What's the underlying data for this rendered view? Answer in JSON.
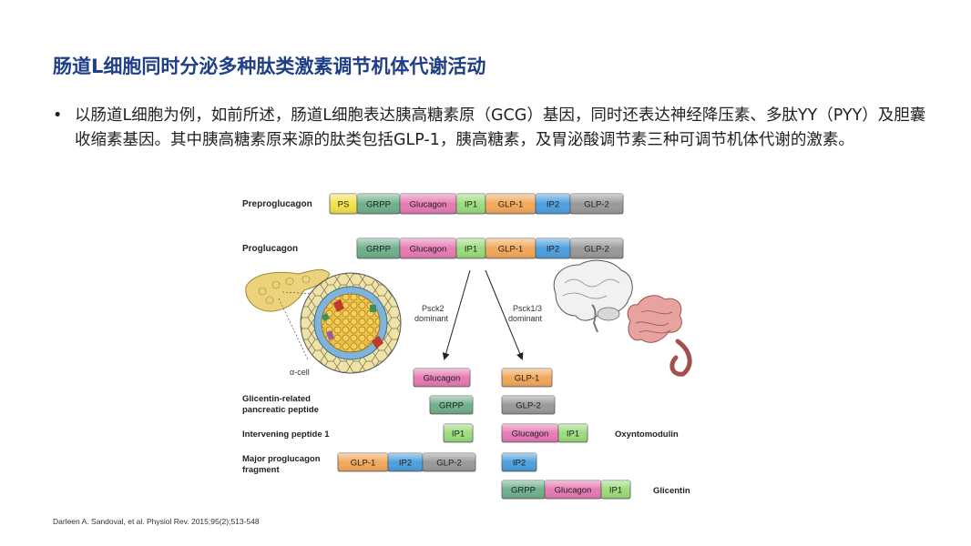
{
  "slide": {
    "title": "肠道L细胞同时分泌多种肽类激素调节机体代谢活动",
    "bullet_marker": "•",
    "bullet": "以肠道L细胞为例，如前所述，肠道L细胞表达胰高糖素原（GCG）基因，同时还表达神经降压素、多肽YY（PYY）及胆囊收缩素基因。其中胰高糖素原来源的肽类包括GLP-1，胰高糖素，及胃泌酸调节素三种可调节机体代谢的激素。",
    "citation": "Darleen A. Sandoval, et al. Physiol Rev. 2015;95(2);513-548"
  },
  "diagram": {
    "colors": {
      "PS": "#f2e24b",
      "GRPP": "#6fb08c",
      "Glucagon": "#e77bb4",
      "IP1": "#9bdc7c",
      "GLP-1": "#f2a85a",
      "IP2": "#4d9fde",
      "GLP-2": "#9a9a9a"
    },
    "labels": {
      "preproglucagon": "Preproglucagon",
      "proglucagon": "Proglucagon",
      "psck2": "Psck2",
      "psck2_sub": "dominant",
      "psck13": "Psck1/3",
      "psck13_sub": "dominant",
      "alpha_cell": "α-cell",
      "grpp_full_1": "Glicentin-related",
      "grpp_full_2": "pancreatic peptide",
      "ip1_full": "Intervening peptide 1",
      "mpgf_1": "Major proglucagon",
      "mpgf_2": "fragment",
      "oxyntomodulin": "Oxyntomodulin",
      "glicentin": "Glicentin"
    },
    "rows": {
      "preproglucagon": [
        "PS",
        "GRPP",
        "Glucagon",
        "IP1",
        "GLP-1",
        "IP2",
        "GLP-2"
      ],
      "proglucagon": [
        "GRPP",
        "Glucagon",
        "IP1",
        "GLP-1",
        "IP2",
        "GLP-2"
      ],
      "pancreas_products": [
        [
          "Glucagon"
        ],
        [
          "GRPP"
        ],
        [
          "IP1"
        ],
        [
          "GLP-1",
          "IP2",
          "GLP-2"
        ]
      ],
      "intestine_products": [
        [
          "GLP-1"
        ],
        [
          "GLP-2"
        ],
        [
          "Glucagon",
          "IP1"
        ],
        [
          "IP2"
        ],
        [
          "GRPP",
          "Glucagon",
          "IP1"
        ]
      ]
    }
  }
}
